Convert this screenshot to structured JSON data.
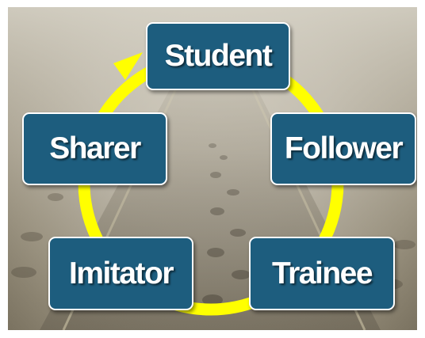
{
  "cycle": {
    "ring_color": "#ffff00",
    "box_color": "#1d5d7e",
    "nodes": [
      {
        "label": "Student"
      },
      {
        "label": "Follower"
      },
      {
        "label": "Trainee"
      },
      {
        "label": "Imitator"
      },
      {
        "label": "Sharer"
      }
    ]
  }
}
